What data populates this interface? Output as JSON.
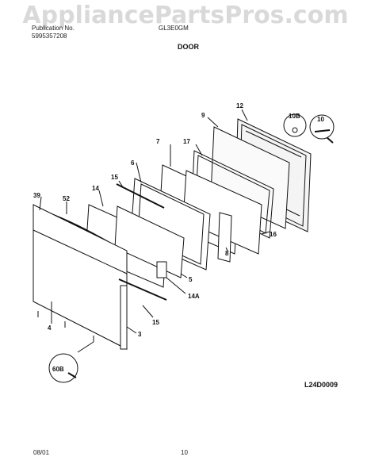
{
  "watermark": "AppliancePartsPros.com",
  "header": {
    "publication_label": "Publication No.",
    "publication_no": "5995357208",
    "model": "GL3E0GM"
  },
  "title": "DOOR",
  "diagram_code": "L24D0009",
  "footer": {
    "date": "08/01",
    "page": "10"
  },
  "callouts": {
    "c12": "12",
    "c9": "9",
    "c10b": "10B",
    "c10": "10",
    "c7": "7",
    "c17": "17",
    "c6": "6",
    "c15a": "15",
    "c14": "14",
    "c39": "39",
    "c52": "52",
    "c16": "16",
    "c8": "8",
    "c5": "5",
    "c14a": "14A",
    "c4": "4",
    "c15b": "15",
    "c3": "3",
    "c60b": "60B"
  }
}
